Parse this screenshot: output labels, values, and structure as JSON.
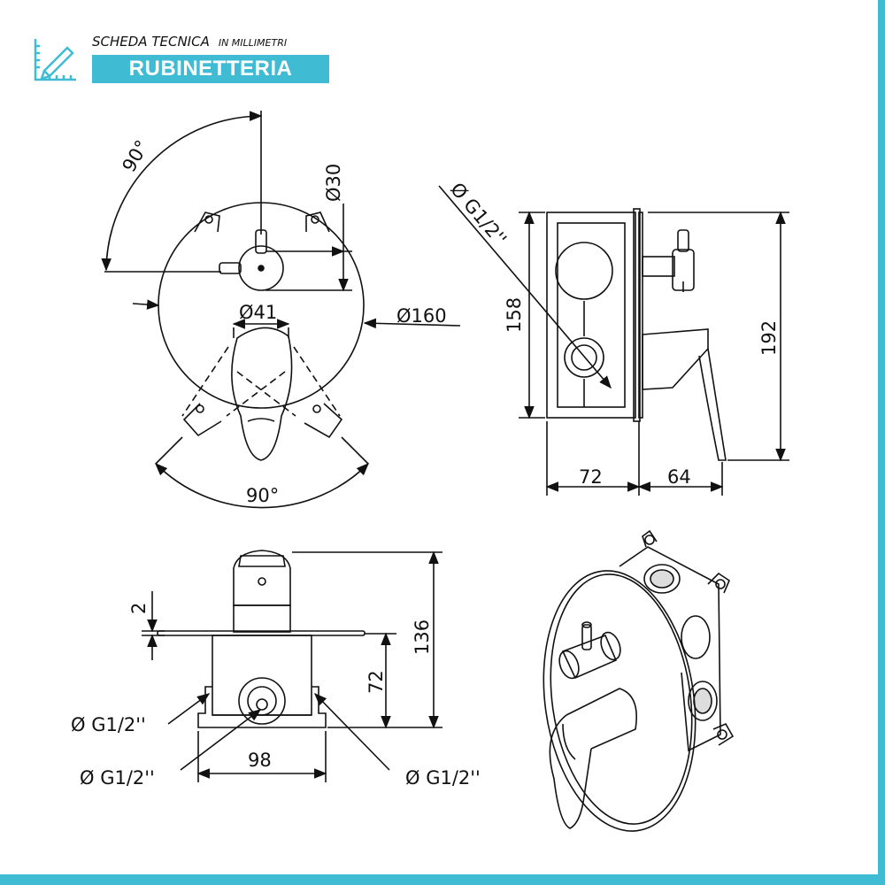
{
  "header": {
    "title": "SCHEDA TECNICA",
    "unit": "IN MILLIMETRI",
    "category": "RUBINETTERIA"
  },
  "colors": {
    "accent": "#3fbcd4",
    "line": "#111111"
  },
  "front_view": {
    "angle_top": "90°",
    "angle_bottom": "90°",
    "dia_knob": "Ø30",
    "dia_lever": "Ø41",
    "dia_plate": "Ø160"
  },
  "side_view": {
    "thread": "Ø G1/2''",
    "height_body": "158",
    "height_total": "192",
    "depth_body": "72",
    "depth_handle": "64"
  },
  "bottom_view": {
    "plate_thickness": "2",
    "height_total": "136",
    "height_body": "72",
    "width_body": "98",
    "thread_left": "Ø G1/2''",
    "thread_center": "Ø G1/2''",
    "thread_right": "Ø G1/2''"
  },
  "icons": {
    "header": "ruler-pencil-icon"
  }
}
